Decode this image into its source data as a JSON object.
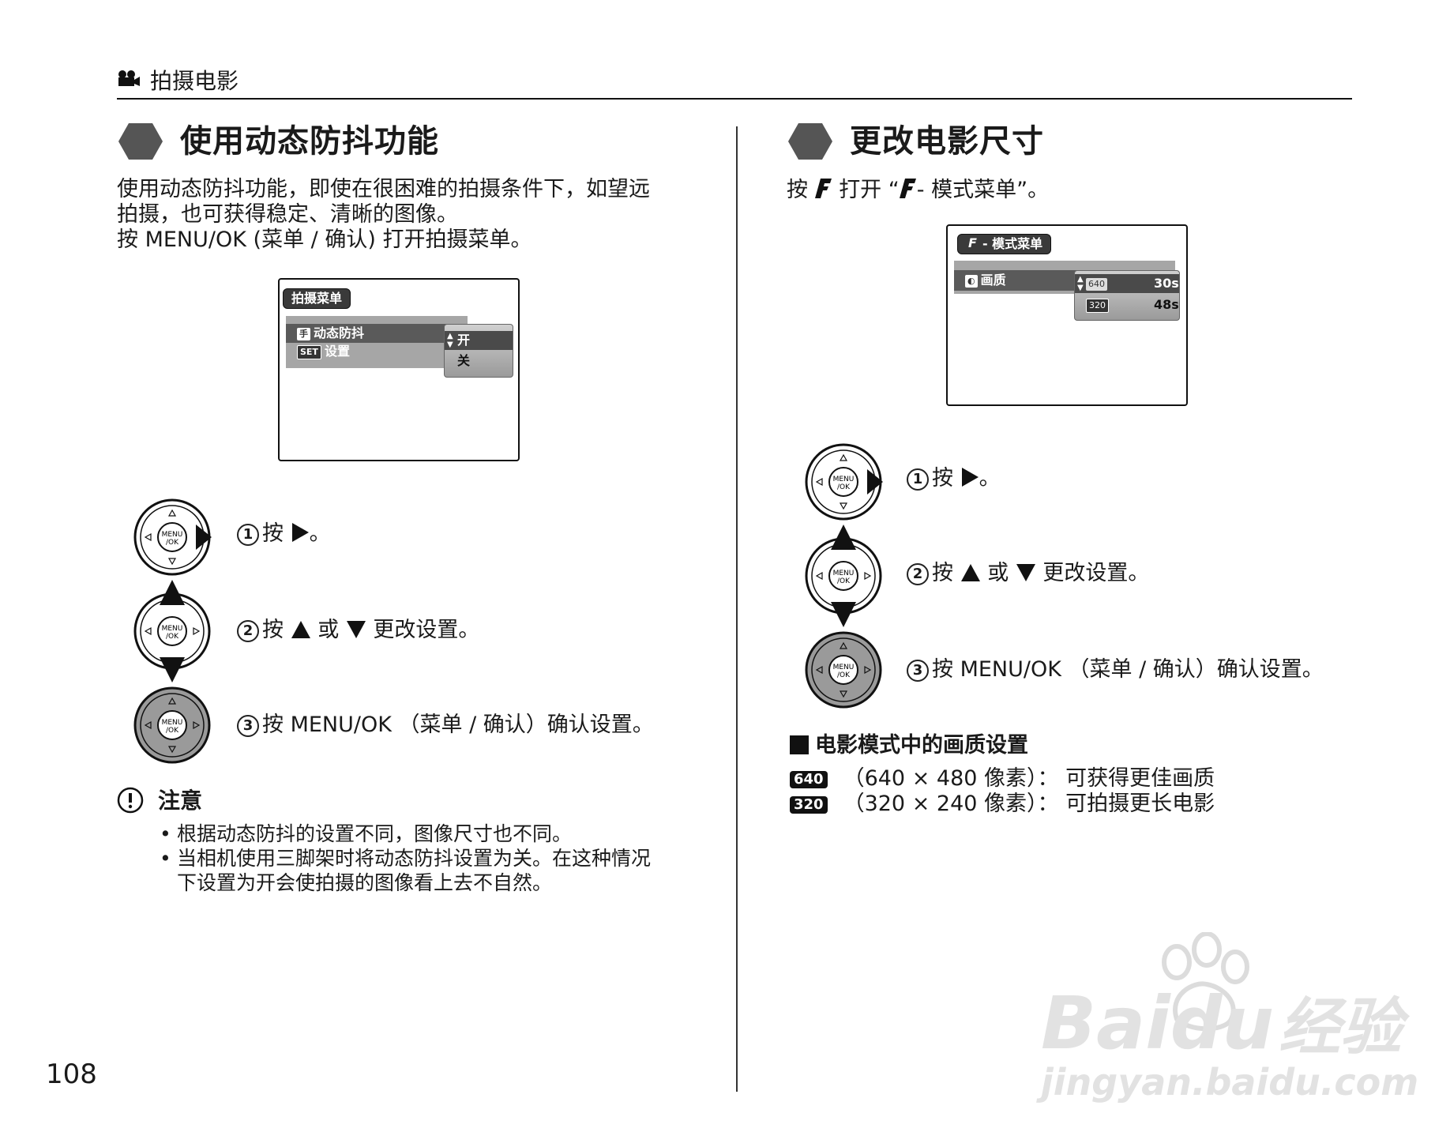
{
  "header": {
    "section": "拍摄电影"
  },
  "left": {
    "title": "使用动态防抖功能",
    "intro": [
      "使用动态防抖功能，即使在很困难的拍摄条件下，如望远",
      "拍摄，也可获得稳定、清晰的图像。",
      "按 MENU/OK (菜单 / 确认) 打开拍摄菜单。"
    ],
    "screen": {
      "tab": "拍摄菜单",
      "rows": [
        {
          "icon": "手",
          "label": "动态防抖"
        },
        {
          "icon": "SET",
          "label": "设置"
        }
      ],
      "options": [
        "开",
        "关"
      ]
    },
    "steps": [
      {
        "num": "1",
        "before": "按",
        "after": "。"
      },
      {
        "num": "2",
        "before": "按",
        "middle": "或",
        "after": "更改设置。"
      },
      {
        "num": "3",
        "text": "按 MENU/OK （菜单 / 确认）确认设置。"
      }
    ],
    "note": {
      "title": "注意",
      "items": [
        "根据动态防抖的设置不同，图像尺寸也不同。",
        "当相机使用三脚架时将动态防抖设置为关。在这种情况",
        "下设置为开会使拍摄的图像看上去不自然。"
      ]
    }
  },
  "right": {
    "title": "更改电影尺寸",
    "intro": {
      "before": "按",
      "middle": "打开 “",
      "after": "- 模式菜单”。"
    },
    "screen": {
      "tab": "- 模式菜单",
      "row": {
        "icon": "◐",
        "label": "画质"
      },
      "options": [
        {
          "badge": "640",
          "time": "30s"
        },
        {
          "badge": "320",
          "time": "48s"
        }
      ]
    },
    "steps": [
      {
        "num": "1",
        "before": "按",
        "after": "。"
      },
      {
        "num": "2",
        "before": "按",
        "middle": "或",
        "after": "更改设置。"
      },
      {
        "num": "3",
        "text": "按 MENU/OK （菜单 / 确认）确认设置。"
      }
    ],
    "quality": {
      "title": "电影模式中的画质设置",
      "items": [
        {
          "badge": "640",
          "text": "（640 × 480 像素）： 可获得更佳画质"
        },
        {
          "badge": "320",
          "text": "（320 × 240 像素）： 可拍摄更长电影"
        }
      ]
    }
  },
  "dial": {
    "line1": "MENU",
    "line2": "/OK"
  },
  "page_number": "108",
  "watermark": {
    "brand": "Baidu",
    "product": "经验",
    "url": "jingyan.baidu.com"
  }
}
